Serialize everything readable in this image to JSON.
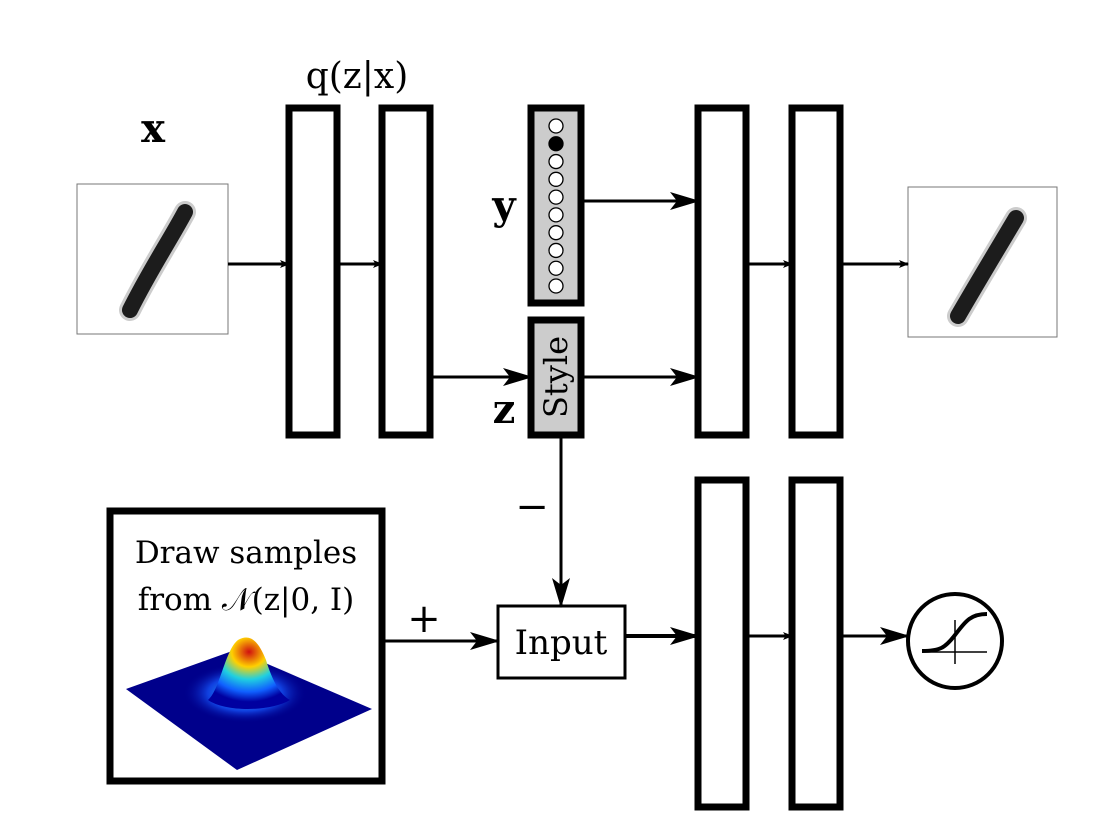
{
  "labels": {
    "encoder": "q(z|x)",
    "x": "x",
    "y": "y",
    "z": "z",
    "style": "Style",
    "input": "Input",
    "prior_line1": "Draw samples",
    "prior_line2": "from 𝒩(z|0, I)",
    "plus": "+",
    "minus": "−"
  },
  "one_hot": {
    "count": 10,
    "active_index": 1
  },
  "colors": {
    "stroke": "#000000",
    "code_fill": "#cccccc",
    "surface_low": "#00008b",
    "surface_high": "#cc1010"
  },
  "icons": {
    "digit_input": "handwritten-digit-one",
    "digit_output": "handwritten-digit-one",
    "gaussian": "3d-gaussian-surface",
    "sigmoid": "sigmoid-curve"
  }
}
